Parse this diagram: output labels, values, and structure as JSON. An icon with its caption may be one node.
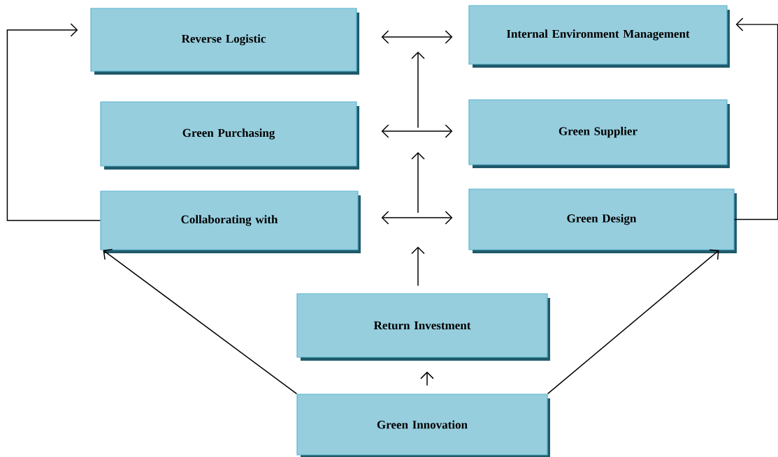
{
  "diagram": {
    "nodes": [
      {
        "text": [
          "Reverse Logistic"
        ]
      },
      {
        "text": [
          "Internal Environment Management"
        ]
      },
      {
        "text": [
          "Green Purchasing"
        ]
      },
      {
        "text": [
          "Green Supplier"
        ]
      },
      {
        "text": [
          "Collaborating with"
        ]
      },
      {
        "text": [
          "Green Design"
        ]
      },
      {
        "text": [
          "Return Investment"
        ]
      },
      {
        "text": [
          "Green Innovation"
        ]
      }
    ],
    "edges": [
      {
        "from": 0,
        "to": 1,
        "arrow": "both"
      },
      {
        "from": 2,
        "to": 3,
        "arrow": "both"
      },
      {
        "from": 4,
        "to": 5,
        "arrow": "both"
      },
      {
        "from": 4,
        "to": 0,
        "arrow": "to"
      },
      {
        "from": 5,
        "to": 1,
        "arrow": "to"
      },
      {
        "from": 7,
        "to": 6,
        "arrow": "to"
      },
      {
        "from": 7,
        "to": 4,
        "arrow": "to"
      },
      {
        "from": 7,
        "to": 5,
        "arrow": "to"
      },
      {
        "from": 6,
        "to": null,
        "arrow": "to"
      }
    ]
  }
}
